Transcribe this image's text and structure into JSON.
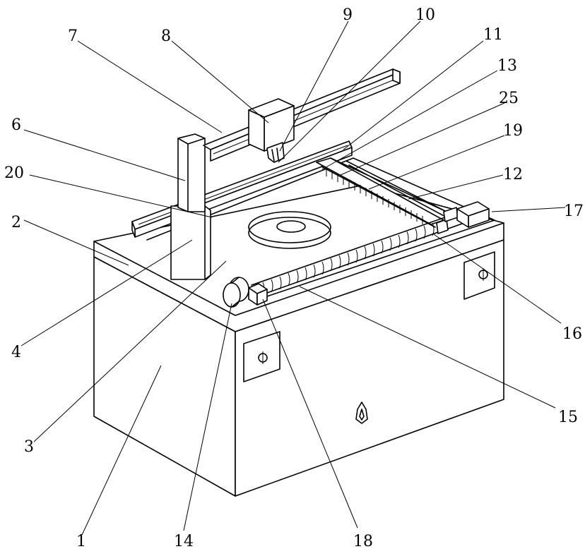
{
  "labels": {
    "l1": "1",
    "l2": "2",
    "l3": "3",
    "l4": "4",
    "l6": "6",
    "l7": "7",
    "l8": "8",
    "l9": "9",
    "l10": "10",
    "l11": "11",
    "l12": "12",
    "l13": "13",
    "l14": "14",
    "l15": "15",
    "l16": "16",
    "l17": "17",
    "l18": "18",
    "l19": "19",
    "l20": "20",
    "l25": "25"
  }
}
